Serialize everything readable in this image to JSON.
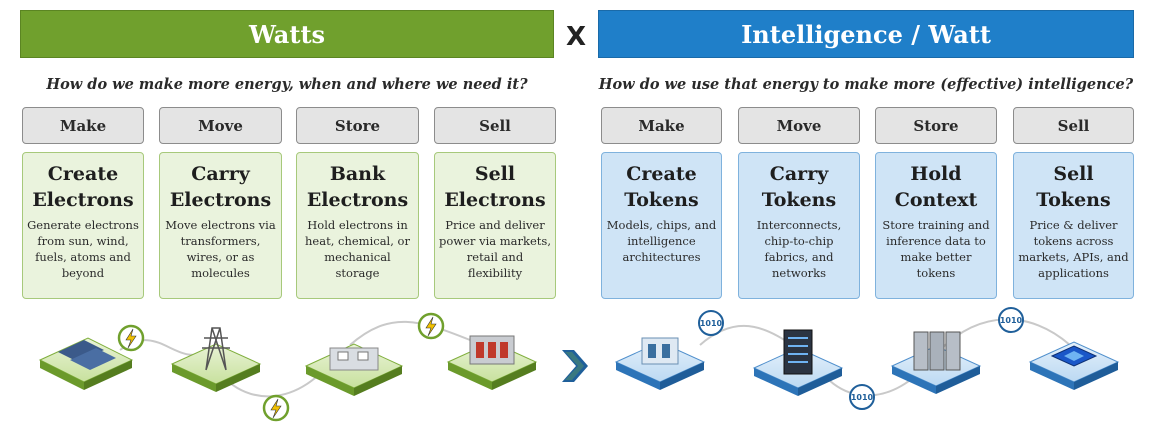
{
  "left": {
    "banner": "Watts",
    "question": "How do we make more energy, when and where we need it?",
    "steps": [
      "Make",
      "Move",
      "Store",
      "Sell"
    ],
    "cards": [
      {
        "title1": "Create",
        "title2": "Electrons",
        "desc": "Generate electrons from sun, wind, fuels, atoms and beyond"
      },
      {
        "title1": "Carry",
        "title2": "Electrons",
        "desc": "Move electrons via transformers, wires, or as molecules"
      },
      {
        "title1": "Bank",
        "title2": "Electrons",
        "desc": "Hold electrons in heat, chemical, or mechanical storage"
      },
      {
        "title1": "Sell",
        "title2": "Electrons",
        "desc": "Price and deliver power via markets, retail and flexibility"
      }
    ]
  },
  "multiply": "X",
  "right": {
    "banner": "Intelligence / Watt",
    "question": "How do we use that energy to make more (effective) intelligence?",
    "steps": [
      "Make",
      "Move",
      "Store",
      "Sell"
    ],
    "cards": [
      {
        "title1": "Create",
        "title2": "Tokens",
        "desc": "Models, chips, and intelligence architectures"
      },
      {
        "title1": "Carry",
        "title2": "Tokens",
        "desc": "Interconnects, chip-to-chip fabrics, and networks"
      },
      {
        "title1": "Hold",
        "title2": "Context",
        "desc": "Store training and inference data to make better tokens"
      },
      {
        "title1": "Sell",
        "title2": "Tokens",
        "desc": "Price & deliver tokens across markets, APIs, and applications"
      }
    ]
  },
  "binary_badge": "1010",
  "colors": {
    "green": "#70a02d",
    "blue": "#1f7fc9",
    "lightning": "#f2c100"
  },
  "icons": {
    "left": [
      "solar-panel-icon",
      "power-tower-icon",
      "battery-storage-icon",
      "substation-icon"
    ],
    "right": [
      "data-center-icon",
      "server-rack-icon",
      "storage-array-icon",
      "ai-chip-icon"
    ],
    "arrow": "chevron-right-icon"
  }
}
